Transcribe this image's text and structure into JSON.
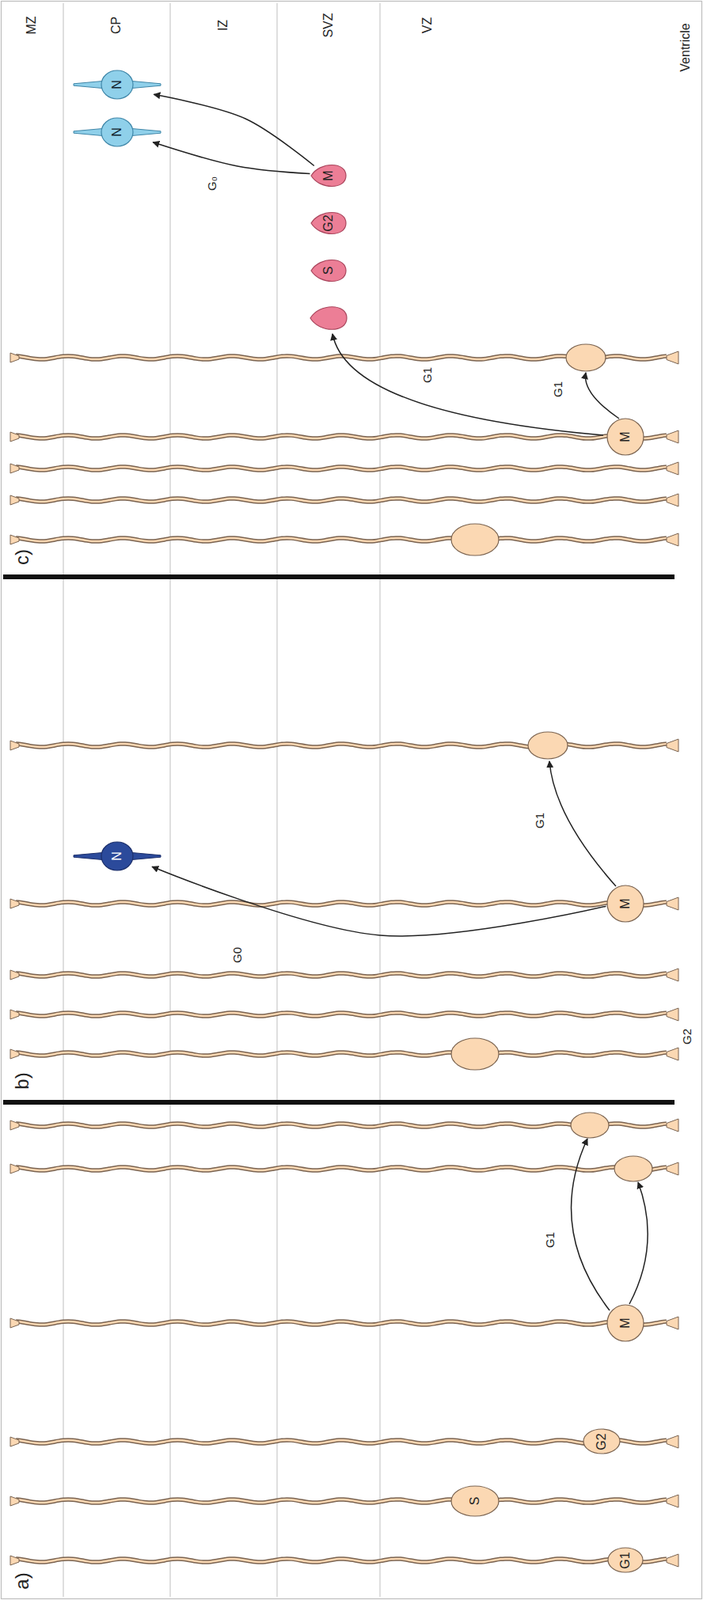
{
  "diagram": {
    "nodes": [
      {
        "text": [
          "G1"
        ]
      },
      {
        "text": [
          "S"
        ]
      },
      {
        "text": [
          "G2"
        ]
      },
      {
        "text": [
          "M"
        ]
      },
      {
        "text": [
          "M"
        ]
      },
      {
        "text": [
          "N"
        ]
      },
      {
        "text": [
          "M"
        ]
      },
      {
        "text": [
          "S"
        ]
      },
      {
        "text": [
          "G2"
        ]
      },
      {
        "text": [
          "M"
        ]
      },
      {
        "text": [
          "N"
        ]
      },
      {
        "text": [
          "N"
        ]
      }
    ],
    "edges": [
      {
        "from": 4,
        "to": 5,
        "arrow": "to",
        "label": "G0"
      },
      {
        "from": 9,
        "to": 10,
        "arrow": "to",
        "label": "G₀"
      },
      {
        "from": 9,
        "to": 11,
        "arrow": "to"
      }
    ],
    "labels": [
      "a)",
      "b)",
      "c)",
      "MZ",
      "CP",
      "IZ",
      "SVZ",
      "VZ",
      "Ventricle",
      "G1",
      "G1",
      "G1",
      "G1",
      "G2"
    ]
  }
}
